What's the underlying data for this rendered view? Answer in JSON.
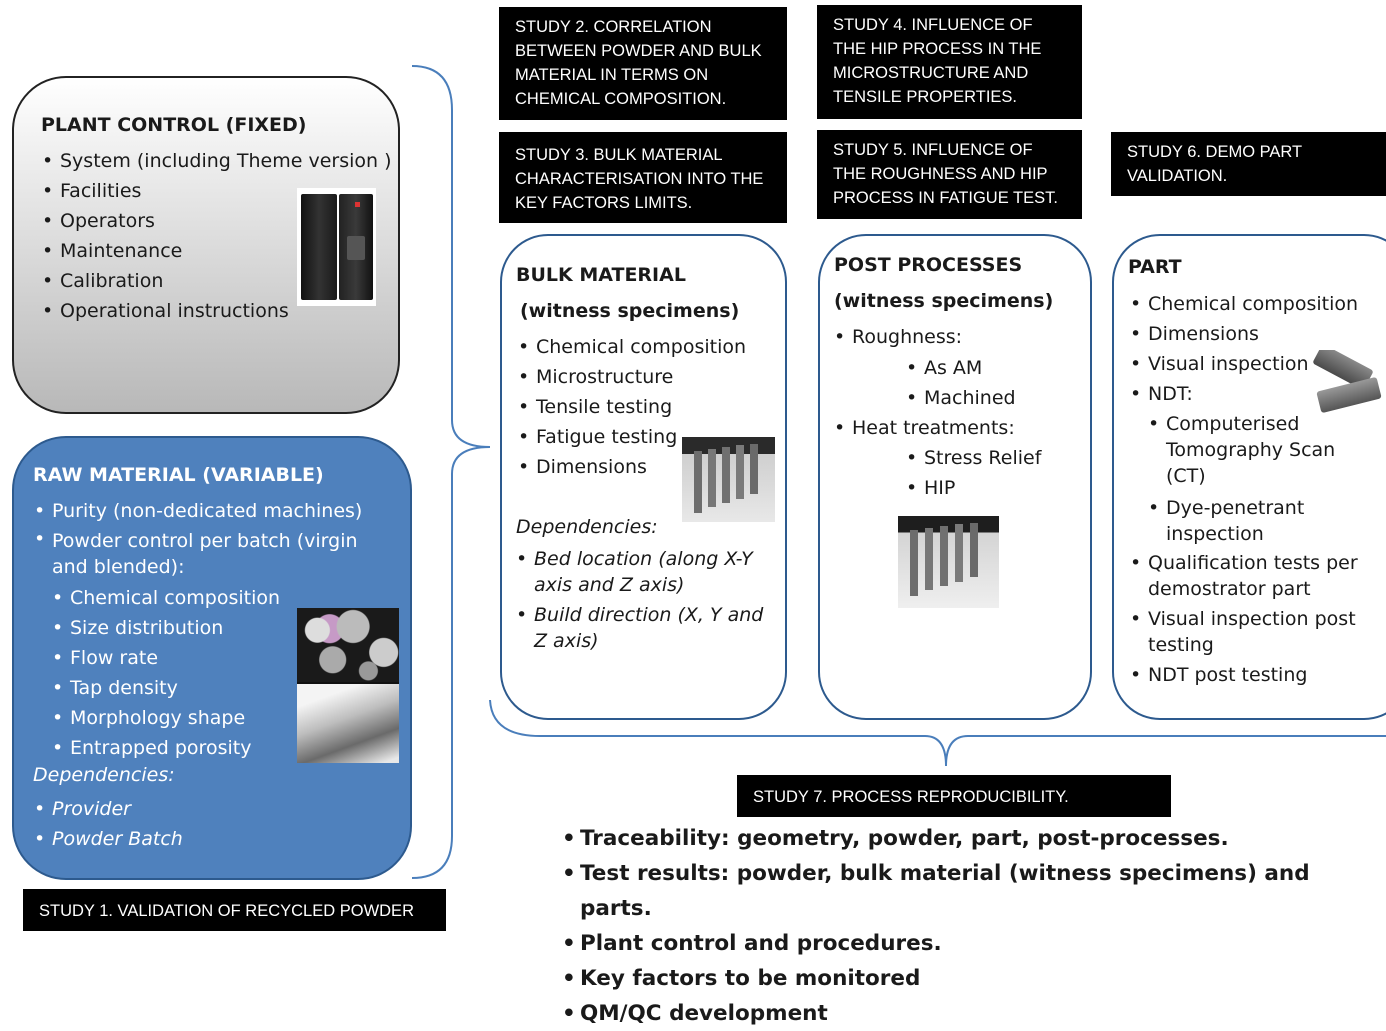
{
  "study1": "STUDY 1. VALIDATION OF RECYCLED POWDER",
  "study2": "STUDY 2. CORRELATION BETWEEN POWDER AND BULK MATERIAL IN TERMS ON CHEMICAL COMPOSITION.",
  "study3": "STUDY 3. BULK MATERIAL CHARACTERISATION INTO THE KEY FACTORS LIMITS.",
  "study4": "STUDY 4. INFLUENCE OF THE HIP PROCESS IN THE MICROSTRUCTURE AND TENSILE PROPERTIES.",
  "study5": "STUDY 5. INFLUENCE OF THE ROUGHNESS AND HIP PROCESS IN FATIGUE TEST.",
  "study6": "STUDY 6. DEMO PART VALIDATION.",
  "study7": "STUDY 7. PROCESS REPRODUCIBILITY.",
  "plant": {
    "title": "PLANT CONTROL (FIXED)",
    "items": [
      "System (including Theme version )",
      "Facilities",
      "Operators",
      "Maintenance",
      "Calibration",
      "Operational instructions"
    ]
  },
  "raw": {
    "title": "RAW MATERIAL (VARIABLE)",
    "item1": "Purity (non-dedicated machines)",
    "item2": "Powder control per batch (virgin and blended):",
    "sub": [
      "Chemical composition",
      "Size distribution",
      "Flow rate",
      "Tap density",
      "Morphology shape",
      "Entrapped porosity"
    ],
    "dep_title": "Dependencies:",
    "deps": [
      "Provider",
      "Powder Batch"
    ]
  },
  "bulk": {
    "title": "BULK MATERIAL",
    "subtitle": "(witness specimens)",
    "items": [
      "Chemical composition",
      "Microstructure",
      "Tensile testing",
      "Fatigue testing",
      "Dimensions"
    ],
    "dep_title": "Dependencies:",
    "deps": [
      "Bed location (along X-Y axis and Z axis)",
      "Build direction (X, Y and Z axis)"
    ]
  },
  "post": {
    "title": "POST PROCESSES",
    "subtitle": "(witness specimens)",
    "rough": "Roughness:",
    "rough_sub": [
      "As AM",
      "Machined"
    ],
    "heat": "Heat treatments:",
    "heat_sub": [
      "Stress Relief",
      "HIP"
    ]
  },
  "part": {
    "title": "PART",
    "items1": [
      "Chemical composition",
      "Dimensions",
      "Visual inspection",
      "NDT:"
    ],
    "ndt_sub": [
      "Computerised Tomography Scan (CT)",
      "Dye-penetrant inspection"
    ],
    "items2": [
      "Qualification tests per demostrator part",
      "Visual inspection post testing",
      "NDT post testing"
    ]
  },
  "repro": [
    "Traceability: geometry, powder, part, post-processes.",
    "Test results: powder, bulk material (witness specimens) and parts.",
    "Plant control and procedures.",
    "Key factors to be monitored",
    "QM/QC development"
  ]
}
